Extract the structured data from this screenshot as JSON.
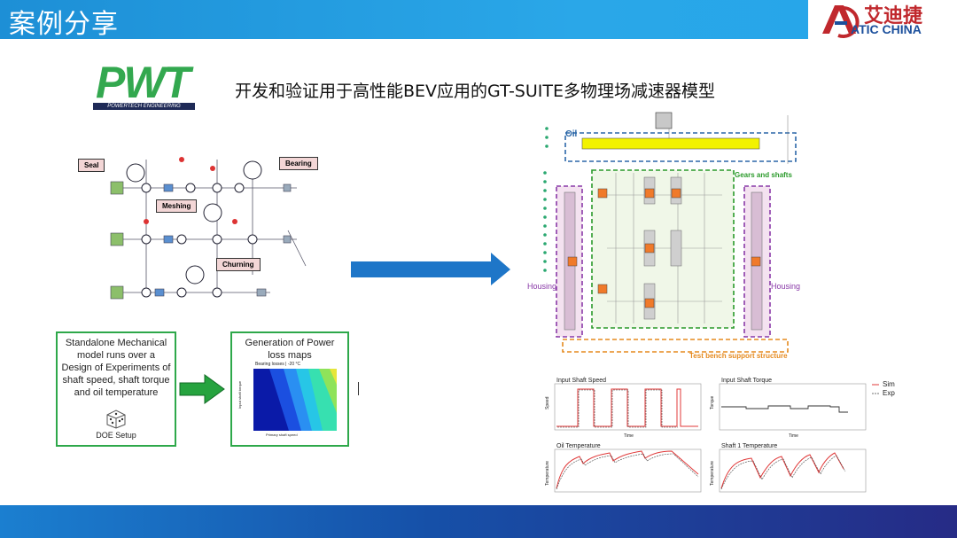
{
  "header": {
    "title": "案例分享",
    "brand_cn": "艾迪捷",
    "brand_en": "ATIC CHINA"
  },
  "logo": {
    "wordmark": "PWT",
    "tagline": "POWERTECH ENGINEERING"
  },
  "main_title": "开发和验证用于高性能BEV应用的GT-SUITE多物理场减速器模型",
  "left_diagram": {
    "tags": {
      "seal": "Seal",
      "bearing": "Bearing",
      "meshing": "Meshing",
      "churning": "Churning"
    }
  },
  "doe_box": {
    "text": "Standalone Mechanical model runs over a Design of Experiments of shaft speed, shaft torque and oil temperature",
    "caption": "DOE Setup"
  },
  "loss_box": {
    "title": "Generation of Power loss maps",
    "map_caption": "Bearing losses | -20 °C",
    "x_label": "Primary shaft speed",
    "y_label": "Input shaft torque"
  },
  "right_diagram": {
    "oil": "Oil",
    "gears": "Gears and shafts",
    "housing_left": "Housing",
    "housing_right": "Housing",
    "support": "Test bench support structure"
  },
  "plots": {
    "p1_title": "Input Shaft Speed",
    "p2_title": "Input Shaft Torque",
    "p3_title": "Oil Temperature",
    "p4_title": "Shaft 1 Temperature",
    "y1": "Speed",
    "y2": "Torque",
    "y3": "Temperature",
    "y4": "Temperature",
    "x_time": "Time",
    "legend_sim": "Sim",
    "legend_exp": "Exp",
    "sim_color": "#e03a3a",
    "exp_color": "#444444"
  }
}
